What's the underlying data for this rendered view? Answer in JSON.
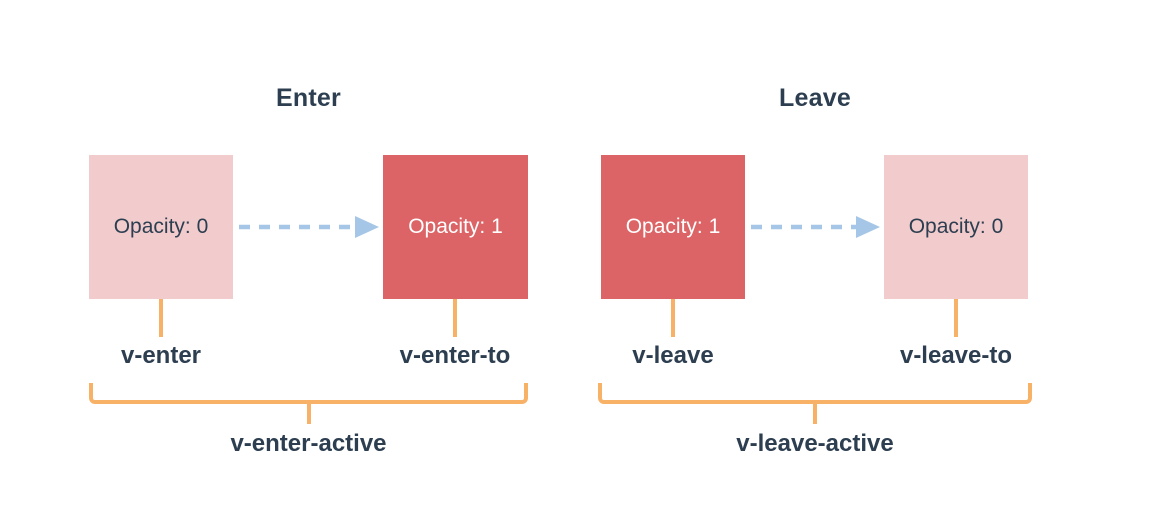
{
  "colors": {
    "text_dark": "#2c3e50",
    "box_pink": "#f2cccc",
    "box_red": "#dc6466",
    "arrow_blue": "#a5c6e6",
    "bracket_orange": "#f8b267",
    "text_white": "#ffffff",
    "page_bg": "#ffffff"
  },
  "diagram": {
    "enter": {
      "title": "Enter",
      "from_box": {
        "label": "Opacity: 0"
      },
      "to_box": {
        "label": "Opacity: 1"
      },
      "from_label": "v-enter",
      "to_label": "v-enter-to",
      "active_label": "v-enter-active"
    },
    "leave": {
      "title": "Leave",
      "from_box": {
        "label": "Opacity: 1"
      },
      "to_box": {
        "label": "Opacity: 0"
      },
      "from_label": "v-leave",
      "to_label": "v-leave-to",
      "active_label": "v-leave-active"
    }
  }
}
